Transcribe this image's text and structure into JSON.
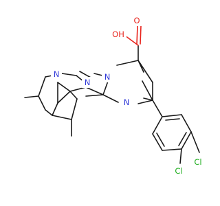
{
  "molecule": {
    "colors": {
      "bond": "#1a1a1a",
      "N": "#2f37d8",
      "O": "#e8241d",
      "Cl": "#1fae1f",
      "background": "#ffffff"
    },
    "atoms": {
      "o_carbonyl": "O",
      "o_hydroxyl": "OH",
      "n_pyridine": "N",
      "n_pyrazole_1": "N",
      "n_pyrazole_2": "N",
      "n_pyrimidine": "N",
      "cl_1": "Cl",
      "cl_2": "Cl"
    }
  }
}
